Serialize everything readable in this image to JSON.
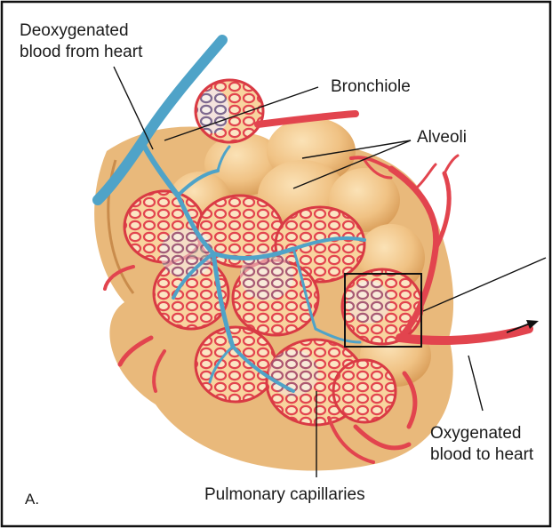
{
  "figure": {
    "panel_letter": "A.",
    "labels": {
      "deoxygenated_line1": "Deoxygenated",
      "deoxygenated_line2": "blood from heart",
      "bronchiole": "Bronchiole",
      "alveoli": "Alveoli",
      "oxygenated_line1": "Oxygenated",
      "oxygenated_line2": "blood to heart",
      "pulmonary_capillaries": "Pulmonary capillaries"
    },
    "colors": {
      "deoxygenated_vessel": "#4fa3c8",
      "oxygenated_vessel": "#e2444e",
      "alveolus": "#f2c88a",
      "bronchiole_tissue": "#e7b77a",
      "border": "#111111"
    }
  }
}
